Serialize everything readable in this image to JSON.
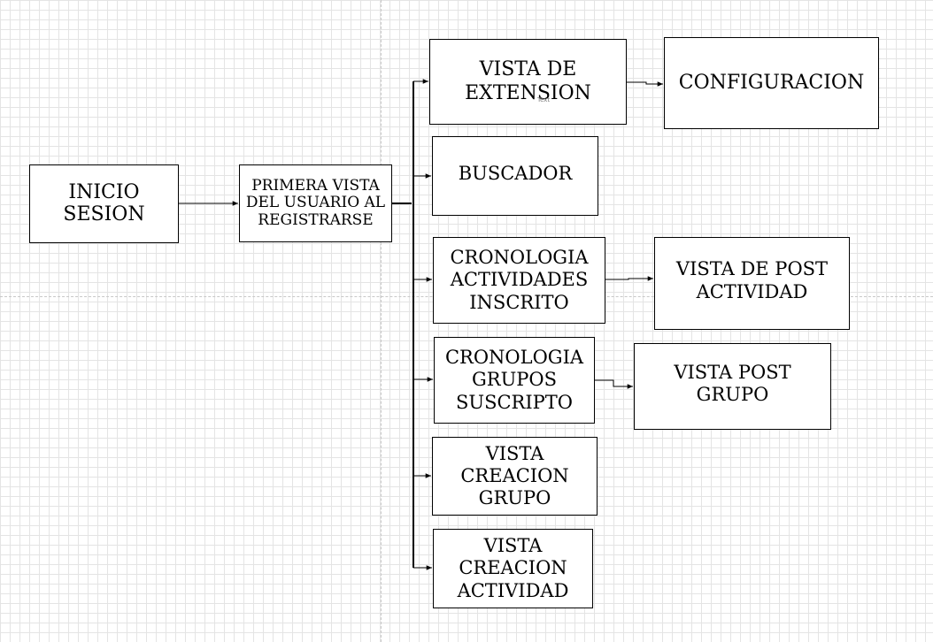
{
  "diagram": {
    "nodes": {
      "inicio_sesion": "INICIO\nSESION",
      "primera_vista": "PRIMERA VISTA\nDEL USUARIO AL\nREGISTRARSE",
      "vista_extension": "VISTA DE\nEXTENSION",
      "configuracion": "CONFIGURACION",
      "buscador": "BUSCADOR",
      "cronologia_actividades": "CRONOLOGIA\nACTIVIDADES\nINSCRITO",
      "vista_post_actividad": "VISTA DE POST\nACTIVIDAD",
      "cronologia_grupos": "CRONOLOGIA\nGRUPOS\nSUSCRIPTO",
      "vista_post_grupo": "VISTA POST\nGRUPO",
      "vista_creacion_grupo": "VISTA\nCREACION\nGRUPO",
      "vista_creacion_actividad": "VISTA\nCREACION\nACTIVIDAD"
    },
    "stray_label": "Text"
  }
}
